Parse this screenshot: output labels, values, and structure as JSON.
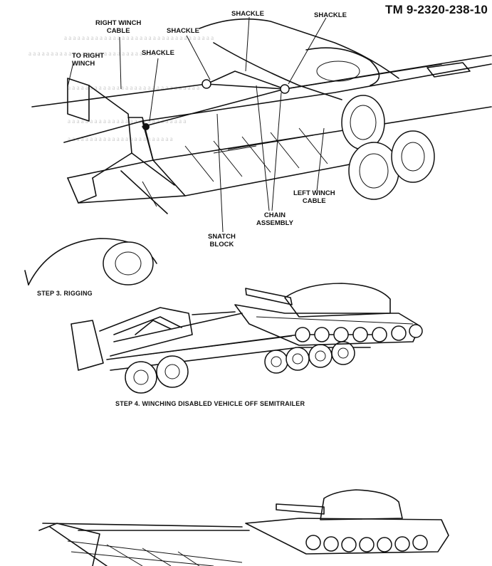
{
  "header": {
    "doc_id": "TM 9-2320-238-10"
  },
  "figure1": {
    "labels": {
      "right_winch_cable": [
        "RIGHT WINCH",
        "CABLE"
      ],
      "to_right_winch": [
        "TO RIGHT",
        "WINCH"
      ],
      "shackle_a": "SHACKLE",
      "shackle_b": "SHACKLE",
      "shackle_c": "SHACKLE",
      "shackle_d": "SHACKLE",
      "left_winch_cable": [
        "LEFT WINCH",
        "CABLE"
      ],
      "chain_assembly": [
        "CHAIN",
        "ASSEMBLY"
      ],
      "snatch_block": [
        "SNATCH",
        "BLOCK"
      ]
    },
    "caption": "STEP 3.  RIGGING"
  },
  "figure2": {
    "caption": "STEP 4.  WINCHING DISABLED VEHICLE OFF SEMITRAILER"
  }
}
